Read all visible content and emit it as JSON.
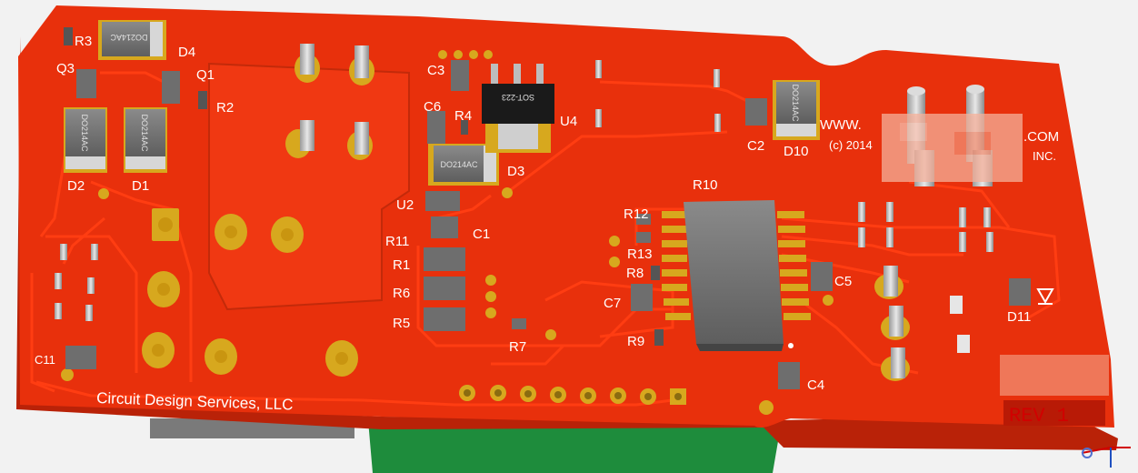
{
  "board": {
    "company": "Circuit Design Services, LLC",
    "revision": "REV 1",
    "website": "WWW.",
    "website_suffix": ".COM",
    "copyright": "(c) 2014",
    "inc": "INC.",
    "colors": {
      "pcb": "#e8300c",
      "trace": "#ff3d12",
      "pad": "#d7a81e",
      "component": "#6e6e6e",
      "silkscreen": "#ffffff",
      "pcb_edge": "#b92208",
      "green_board": "#1e8c3c"
    }
  },
  "chips": {
    "u4_marking": "SOT-223",
    "diode_marking": "DO214AC"
  },
  "labels": {
    "R3": "R3",
    "D4": "D4",
    "Q3": "Q3",
    "Q1": "Q1",
    "R2": "R2",
    "D2": "D2",
    "D1": "D1",
    "C3": "C3",
    "C6": "C6",
    "R4": "R4",
    "U4": "U4",
    "D3": "D3",
    "U2": "U2",
    "C1": "C1",
    "R11": "R11",
    "R1": "R1",
    "R6": "R6",
    "R5": "R5",
    "R7": "R7",
    "C11": "C11",
    "C2": "C2",
    "D10": "D10",
    "R10": "R10",
    "R12": "R12",
    "R13": "R13",
    "R8": "R8",
    "C7": "C7",
    "R9": "R9",
    "C5": "C5",
    "C4": "C4",
    "D11": "D11"
  }
}
